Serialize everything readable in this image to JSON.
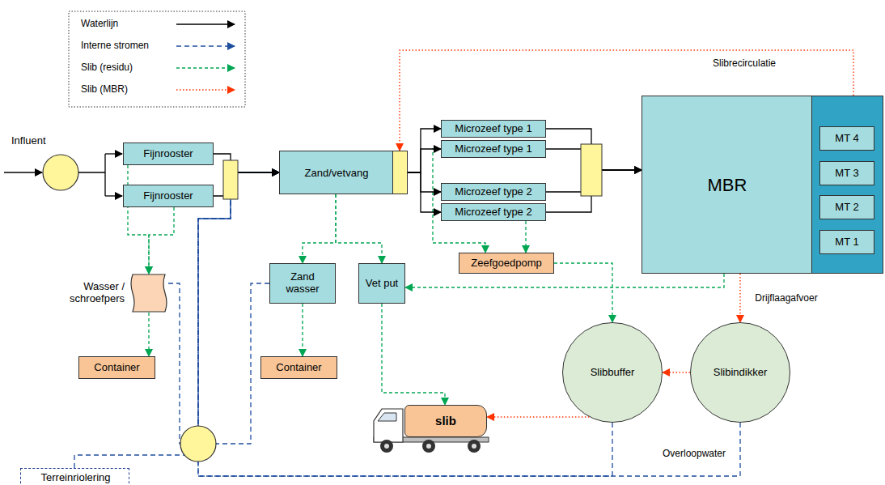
{
  "diagram": {
    "nodes": [
      {
        "text": [
          "Fijnrooster"
        ]
      },
      {
        "text": [
          "Fijnrooster"
        ]
      },
      {
        "text": [
          "Zand/vetvang"
        ]
      },
      {
        "text": [
          "Microzeef type 1"
        ]
      },
      {
        "text": [
          "Microzeef type 1"
        ]
      },
      {
        "text": [
          "Microzeef type 2"
        ]
      },
      {
        "text": [
          "Microzeef type 2"
        ]
      },
      {
        "text": [
          "MBR"
        ]
      },
      {
        "text": [
          "MT 4"
        ],
        "in": 7
      },
      {
        "text": [
          "MT 3"
        ],
        "in": 7
      },
      {
        "text": [
          "MT 2"
        ],
        "in": 7
      },
      {
        "text": [
          "MT 1"
        ],
        "in": 7
      },
      {
        "text": [
          "Wasser / schroefpers"
        ]
      },
      {
        "text": [
          "Zand wasser"
        ]
      },
      {
        "text": [
          "Vet put"
        ]
      },
      {
        "text": [
          "Zeefgoedpomp"
        ]
      },
      {
        "text": [
          "Container"
        ]
      },
      {
        "text": [
          "Container"
        ]
      },
      {
        "text": [
          "slib"
        ]
      },
      {
        "text": [
          "Slibbuffer"
        ]
      },
      {
        "text": [
          "Slibindikker"
        ]
      },
      {
        "text": [
          "Terreinriolering"
        ]
      }
    ],
    "edges": [
      {
        "from": 0,
        "to": 2,
        "arrow": "to"
      },
      {
        "from": 1,
        "to": 2,
        "arrow": "to"
      },
      {
        "from": 2,
        "to": 3,
        "arrow": "to"
      },
      {
        "from": 2,
        "to": 4,
        "arrow": "to"
      },
      {
        "from": 2,
        "to": 5,
        "arrow": "to"
      },
      {
        "from": 2,
        "to": 6,
        "arrow": "to"
      },
      {
        "from": 3,
        "to": 7,
        "arrow": "to"
      },
      {
        "from": 4,
        "to": 7,
        "arrow": "to"
      },
      {
        "from": 5,
        "to": 7,
        "arrow": "to"
      },
      {
        "from": 6,
        "to": 7,
        "arrow": "to"
      },
      {
        "from": 7,
        "to": 2,
        "label": "Slibrecirculatie",
        "arrow": "to"
      },
      {
        "from": 0,
        "to": 12,
        "arrow": "to"
      },
      {
        "from": 1,
        "to": 12,
        "arrow": "to"
      },
      {
        "from": 12,
        "to": 16,
        "arrow": "to"
      },
      {
        "from": 2,
        "to": 13,
        "arrow": "to"
      },
      {
        "from": 2,
        "to": 14,
        "arrow": "to"
      },
      {
        "from": 13,
        "to": 17,
        "arrow": "to"
      },
      {
        "from": 14,
        "to": 18,
        "arrow": "to"
      },
      {
        "from": 4,
        "to": 15,
        "arrow": "to"
      },
      {
        "from": 6,
        "to": 15,
        "arrow": "to"
      },
      {
        "from": 15,
        "to": 19,
        "arrow": "to"
      },
      {
        "from": 7,
        "to": 14,
        "label": "Drijflaagafvoer",
        "arrow": "to"
      },
      {
        "from": 7,
        "to": 20,
        "arrow": "to"
      },
      {
        "from": 20,
        "to": 19,
        "arrow": "to"
      },
      {
        "from": 19,
        "to": 18,
        "arrow": "to"
      },
      {
        "from": 12,
        "to": 2,
        "arrow": "to"
      },
      {
        "from": 13,
        "to": 2,
        "arrow": "to"
      },
      {
        "from": 21,
        "to": 2,
        "arrow": "to"
      },
      {
        "from": 19,
        "to": 2,
        "arrow": "to"
      },
      {
        "from": 20,
        "to": 2,
        "label": "Overloopwater",
        "arrow": "to"
      }
    ],
    "labels": [
      "Influent"
    ],
    "legend": [
      {
        "text": "Waterlijn"
      },
      {
        "text": "Interne stromen"
      },
      {
        "text": "Slib (residu)"
      },
      {
        "text": "Slib (MBR)"
      }
    ]
  }
}
